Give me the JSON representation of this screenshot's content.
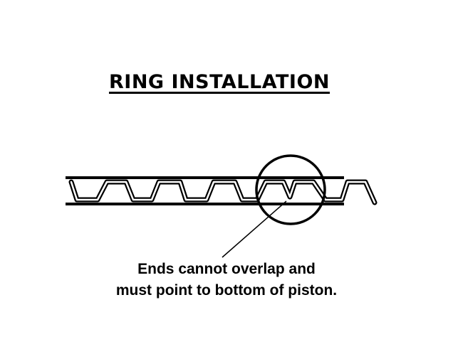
{
  "title": "RING INSTALLATION",
  "caption": {
    "line1": "Ends cannot overlap and",
    "line2": "must point to bottom of piston."
  }
}
